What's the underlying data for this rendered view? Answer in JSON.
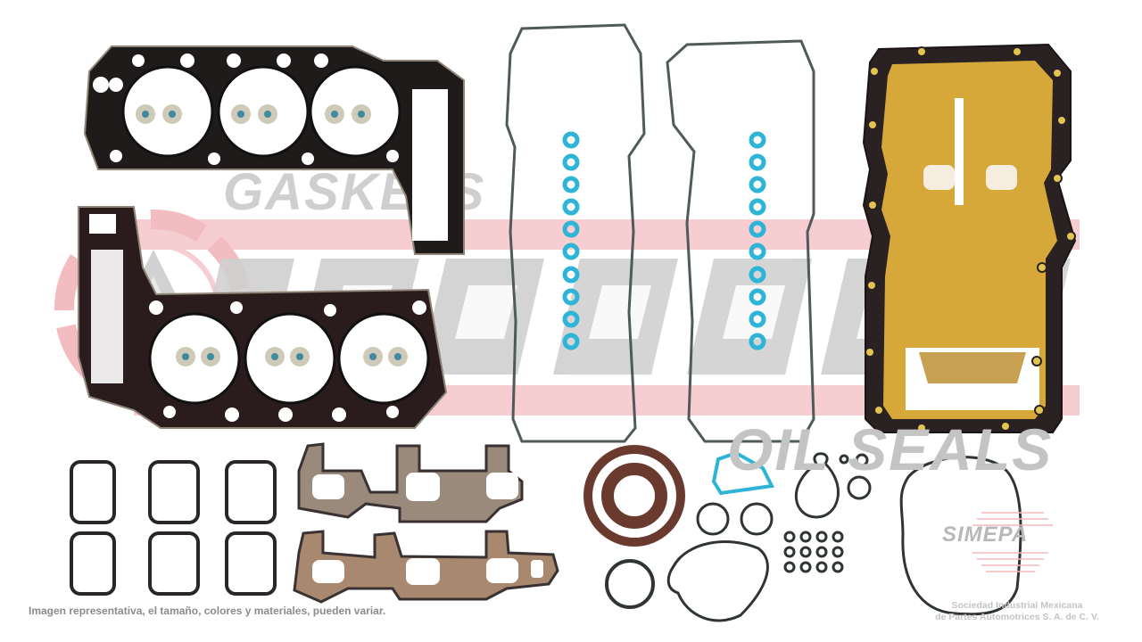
{
  "image": {
    "subject": "Engine full gasket set (V6) product photo",
    "background_color": "#ffffff"
  },
  "watermark": {
    "brand_word_top": "GASKETS",
    "brand_word_bottom": "OIL SEALS",
    "registered_mark": "®",
    "stripe_color": "#f3c4c8",
    "text_color": "#c8c8c8"
  },
  "parts": {
    "cylinder_head_gaskets": 2,
    "valve_stem_seals": 12,
    "valve_cover_gaskets": 2,
    "spark_plug_tube_seals": 20,
    "oil_pan_gasket": 1,
    "intake_manifold_gaskets": 6,
    "exhaust_manifold_gaskets": 2,
    "crankshaft_seals": 2,
    "small_o_rings": 12,
    "colors": {
      "mls_black": "#1e1a1a",
      "mls_edge": "#8f8579",
      "rubber_gray": "#4f5a5a",
      "blue_seal": "#2eb4d6",
      "oil_pan_gold": "#d6a83a",
      "crank_seal_brown": "#6b3a2e",
      "exhaust_copper": "#a8886e"
    }
  },
  "footer": {
    "disclaimer": "Imagen representativa, el tamaño, colores y materiales, pueden variar.",
    "simepa_logo": "SIMEPA",
    "simepa_line1": "Sociedad Industrial Mexicana",
    "simepa_line2": "de Partes Automotrices S. A. de C. V."
  }
}
